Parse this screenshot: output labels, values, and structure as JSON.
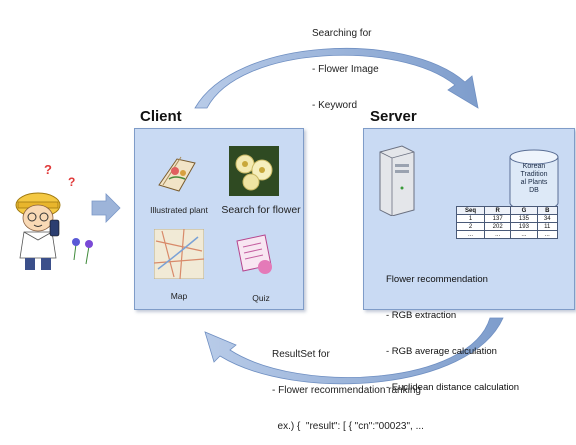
{
  "top_note": {
    "lines": [
      "Searching for",
      "- Flower Image",
      "- Keyword"
    ]
  },
  "client": {
    "title": "Client",
    "items": [
      {
        "label": "Illustrated plant"
      },
      {
        "label": "Search for flower"
      },
      {
        "label": "Map"
      },
      {
        "label": "Quiz"
      }
    ]
  },
  "server": {
    "title": "Server",
    "db_label": "Korean\nTradition\nal Plants\nDB",
    "table": {
      "headers": [
        "Seq",
        "R",
        "G",
        "B"
      ],
      "rows": [
        [
          "1",
          "137",
          "135",
          "34"
        ],
        [
          "2",
          "202",
          "193",
          "11"
        ],
        [
          "...",
          "...",
          "...",
          "..."
        ]
      ]
    },
    "recommendation_lines": [
      "Flower recommendation",
      "- RGB extraction",
      "- RGB average calculation",
      "- Euclidean distance calculation"
    ]
  },
  "bottom_note": {
    "lines": [
      "ResultSet for",
      "- Flower recommendation ranking",
      "  ex.) {  \"result\": [ { \"cn\":\"00023\", ..."
    ]
  },
  "colors": {
    "panel": "#c9daf3",
    "arrow": "#9db4d9"
  }
}
